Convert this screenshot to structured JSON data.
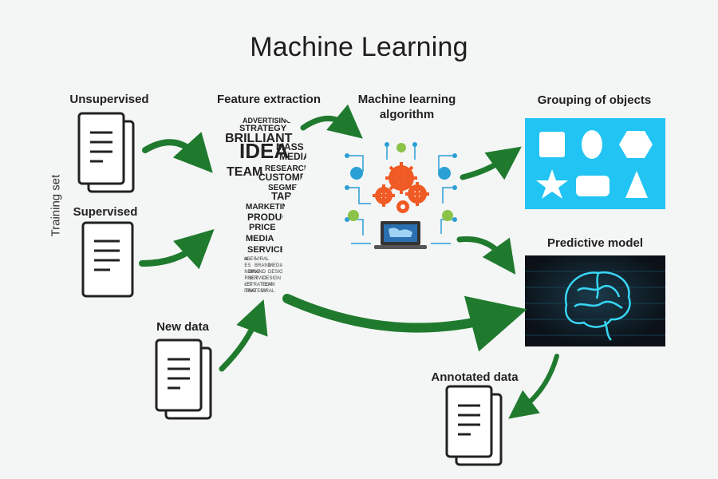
{
  "title": "Machine Learning",
  "side_label": "Training set",
  "labels": {
    "unsupervised": "Unsupervised",
    "supervised": "Supervised",
    "new_data": "New data",
    "feature_extraction": "Feature extraction",
    "ml_algorithm_line1": "Machine learning",
    "ml_algorithm_line2": "algorithm",
    "grouping": "Grouping of objects",
    "predictive": "Predictive model",
    "annotated": "Annotated data"
  },
  "bulb_words": [
    "ADVERTISING",
    "STRATEGY",
    "BRILLIANT",
    "IDEA",
    "MASS",
    "MEDIA",
    "TEAM",
    "RESEARCH",
    "CUSTOMERS",
    "SEGMENT",
    "TARGET",
    "MARKETING",
    "PRODUCT",
    "PRICE",
    "MEDIA",
    "SERVICE"
  ],
  "colors": {
    "arrow": "#1f7a2e",
    "grouping_bg": "#21c4f2",
    "brain_bg": "#0e1620",
    "brain_glow": "#38d6f5",
    "gear": "#f05a24"
  }
}
